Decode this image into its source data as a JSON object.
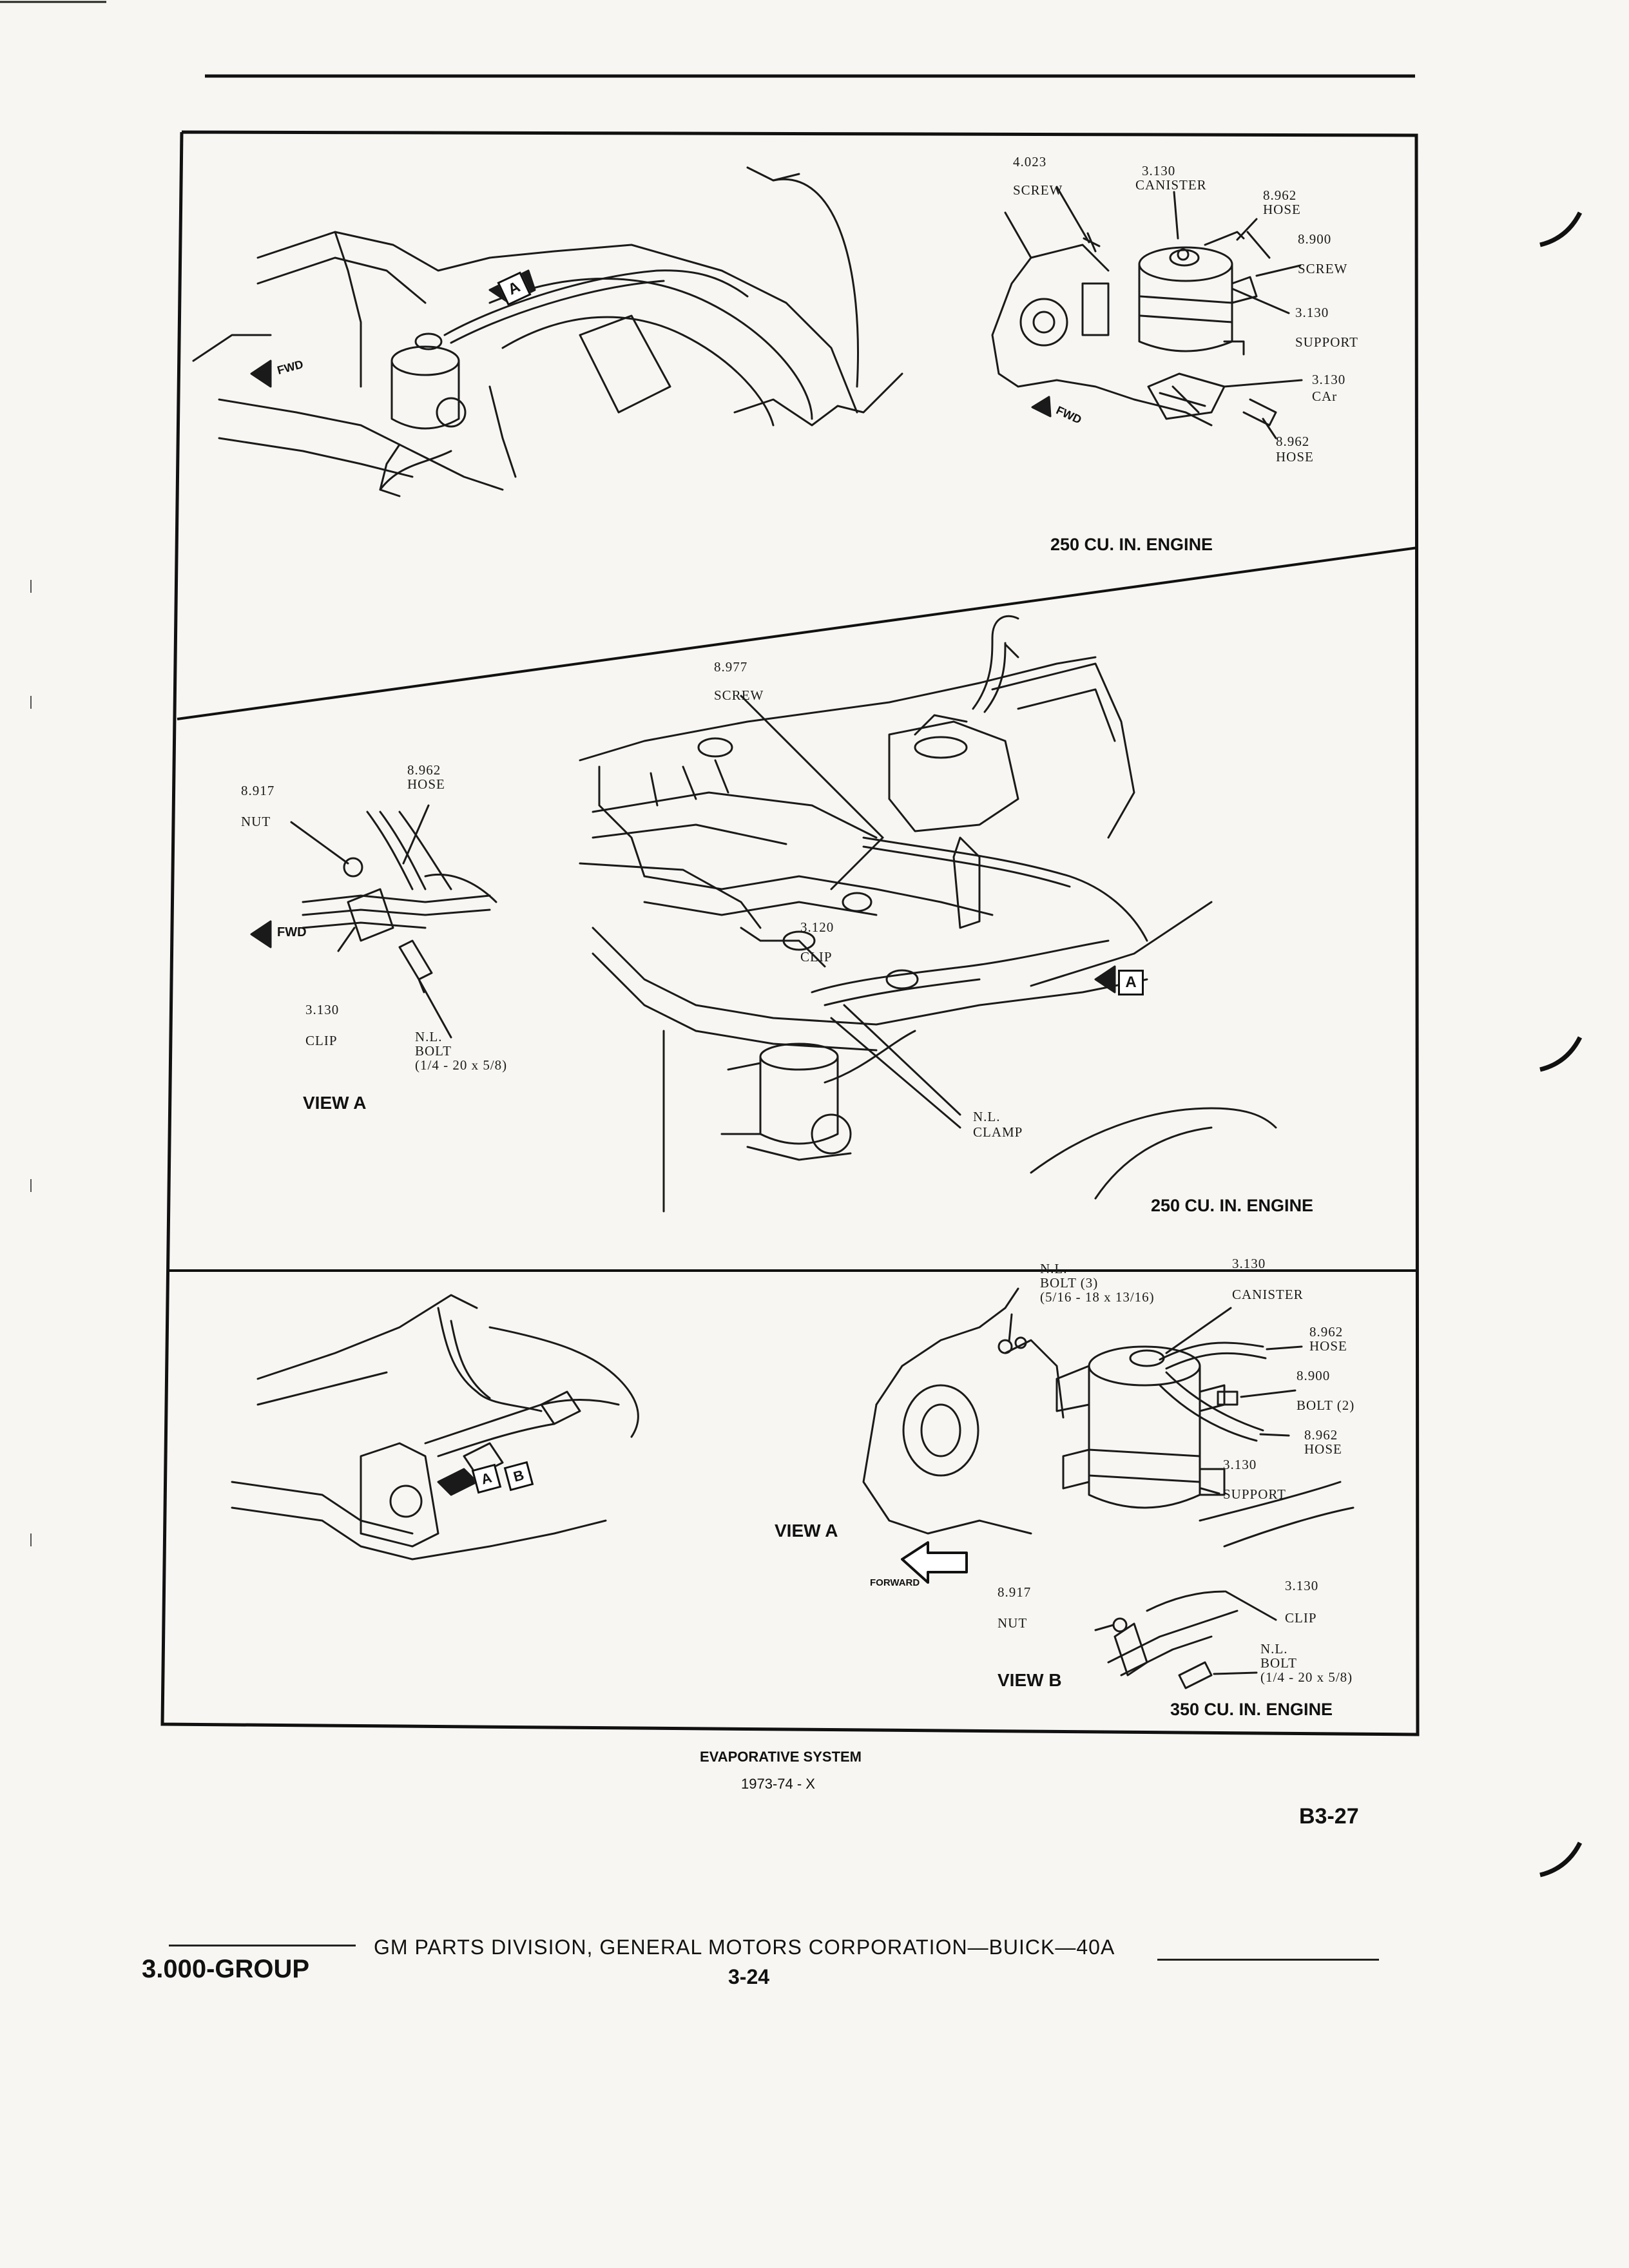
{
  "panel1": {
    "callouts": {
      "screw_num": "4.023",
      "screw_lbl": "SCREW",
      "canister_num": "3.130",
      "canister_lbl": "CANISTER",
      "hose1_num": "8.962",
      "hose1_lbl": "HOSE",
      "screw2_num": "8.900",
      "screw2_lbl": "SCREW",
      "support_num": "3.130",
      "support_lbl": "SUPPORT",
      "cap_num": "3.130",
      "cap_lbl": "CAr",
      "hose2_num": "8.962",
      "hose2_lbl": "HOSE"
    },
    "fwd": "FWD",
    "view_marker": "A",
    "engine": "250 CU. IN. ENGINE"
  },
  "panel2": {
    "callouts": {
      "screw_num": "8.977",
      "screw_lbl": "SCREW",
      "clip_num": "3.120",
      "clip_lbl": "CLIP",
      "clamp_num": "N.L.",
      "clamp_lbl": "CLAMP",
      "nut_num": "8.917",
      "nut_lbl": "NUT",
      "hose_num": "8.962",
      "hose_lbl": "HOSE",
      "clipa_num": "3.130",
      "clipa_lbl": "CLIP",
      "bolt_num": "N.L.",
      "bolt_lbl": "BOLT",
      "bolt_size": "(1/4 - 20 x 5/8)"
    },
    "fwd": "FWD",
    "view_marker": "A",
    "view_label": "VIEW A",
    "engine": "250 CU. IN. ENGINE"
  },
  "panel3": {
    "callouts": {
      "bolt3_num": "N.L.",
      "bolt3_lbl": "BOLT (3)",
      "bolt3_size": "(5/16 - 18 x 13/16)",
      "canister_num": "3.130",
      "canister_lbl": "CANISTER",
      "hose1_num": "8.962",
      "hose1_lbl": "HOSE",
      "bolt2_num": "8.900",
      "bolt2_lbl": "BOLT (2)",
      "hose2_num": "8.962",
      "hose2_lbl": "HOSE",
      "support_num": "3.130",
      "support_lbl": "SUPPORT",
      "nut_num": "8.917",
      "nut_lbl": "NUT",
      "clip_num": "3.130",
      "clip_lbl": "CLIP",
      "boltb_num": "N.L.",
      "boltb_lbl": "BOLT",
      "boltb_size": "(1/4 - 20 x 5/8)"
    },
    "markers": [
      "A",
      "B"
    ],
    "forward": "FORWARD",
    "view_a": "VIEW A",
    "view_b": "VIEW B",
    "engine": "350 CU. IN. ENGINE"
  },
  "caption": {
    "title": "EVAPORATIVE SYSTEM",
    "sub": "1973-74 - X"
  },
  "page_code": "B3-27",
  "footer": {
    "group": "3.000-GROUP",
    "division": "GM PARTS DIVISION, GENERAL MOTORS CORPORATION—BUICK—40A",
    "page": "3-24"
  }
}
